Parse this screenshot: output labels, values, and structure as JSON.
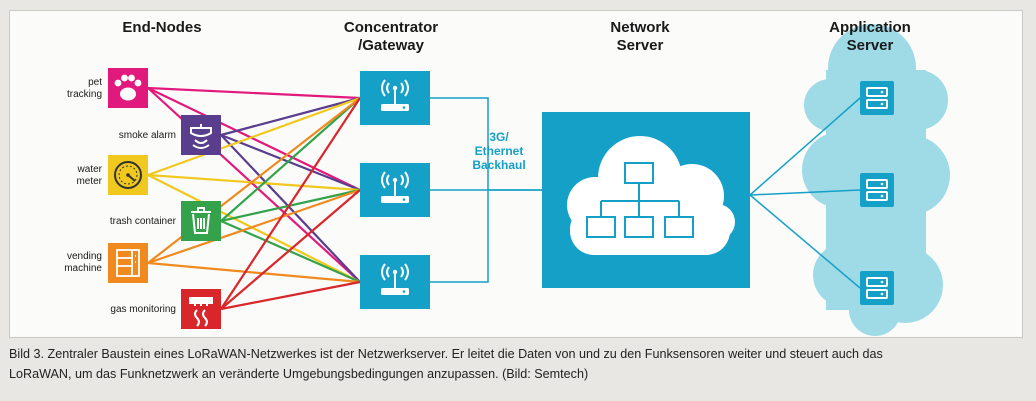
{
  "headers": {
    "end_nodes": "End-Nodes",
    "gateway_line1": "Concentrator",
    "gateway_line2": "/Gateway",
    "network_line1": "Network",
    "network_line2": "Server",
    "app_line1": "Application",
    "app_line2": "Server"
  },
  "end_nodes": [
    {
      "label_line1": "pet",
      "label_line2": "tracking",
      "icon": "paw-icon",
      "color": "#e2197c"
    },
    {
      "label_line1": "smoke alarm",
      "label_line2": "",
      "icon": "smoke-alarm-icon",
      "color": "#5a3e8e"
    },
    {
      "label_line1": "water",
      "label_line2": "meter",
      "icon": "meter-gauge-icon",
      "color": "#f0c81e"
    },
    {
      "label_line1": "trash container",
      "label_line2": "",
      "icon": "trash-icon",
      "color": "#33a24a"
    },
    {
      "label_line1": "vending",
      "label_line2": "machine",
      "icon": "vending-machine-icon",
      "color": "#f08a1e"
    },
    {
      "label_line1": "gas monitoring",
      "label_line2": "",
      "icon": "gas-detector-icon",
      "color": "#d8262b"
    }
  ],
  "backhaul": {
    "line1": "3G/",
    "line2": "Ethernet",
    "line3": "Backhaul"
  },
  "colors": {
    "accent": "#15a0c8",
    "cloud": "#7dcfe0",
    "caption_text": "#222222"
  },
  "caption": {
    "line1": "Bild 3. Zentraler Baustein eines LoRaWAN-Netzwerkes ist der Netzwerkserver. Er leitet die Daten von und zu den Funksensoren weiter und steuert auch das",
    "line2": "LoRaWAN, um das Funknetzwerk an veränderte Umgebungsbedingungen anzupassen. (Bild: Semtech)"
  }
}
